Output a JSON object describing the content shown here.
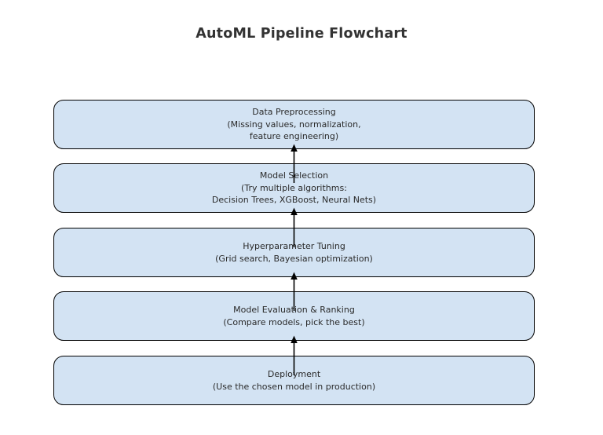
{
  "title": "AutoML Pipeline Flowchart",
  "theme": {
    "background": "#ffffff",
    "node-fill": "#d3e3f3",
    "node-border": "#000000",
    "node-text": "#2a2a2a",
    "title-color": "#333333",
    "arrow-color": "#000000"
  },
  "flowchart": {
    "type": "vertical-flowchart",
    "nodes": [
      {
        "id": "data-preprocessing",
        "label": "Data Preprocessing",
        "detail": "(Missing values, normalization,\nfeature engineering)"
      },
      {
        "id": "model-selection",
        "label": "Model Selection",
        "detail": "(Try multiple algorithms:\nDecision Trees, XGBoost, Neural Nets)"
      },
      {
        "id": "hyperparameter-tuning",
        "label": "Hyperparameter Tuning",
        "detail": "(Grid search, Bayesian optimization)"
      },
      {
        "id": "model-evaluation-ranking",
        "label": "Model Evaluation & Ranking",
        "detail": "(Compare models, pick the best)"
      },
      {
        "id": "deployment",
        "label": "Deployment",
        "detail": "(Use the chosen model in production)"
      }
    ],
    "arrows": [
      {
        "from": "model-selection",
        "to": "data-preprocessing",
        "direction": "up"
      },
      {
        "from": "hyperparameter-tuning",
        "to": "model-selection",
        "direction": "up"
      },
      {
        "from": "model-evaluation-ranking",
        "to": "hyperparameter-tuning",
        "direction": "up"
      },
      {
        "from": "deployment",
        "to": "model-evaluation-ranking",
        "direction": "up"
      }
    ]
  }
}
